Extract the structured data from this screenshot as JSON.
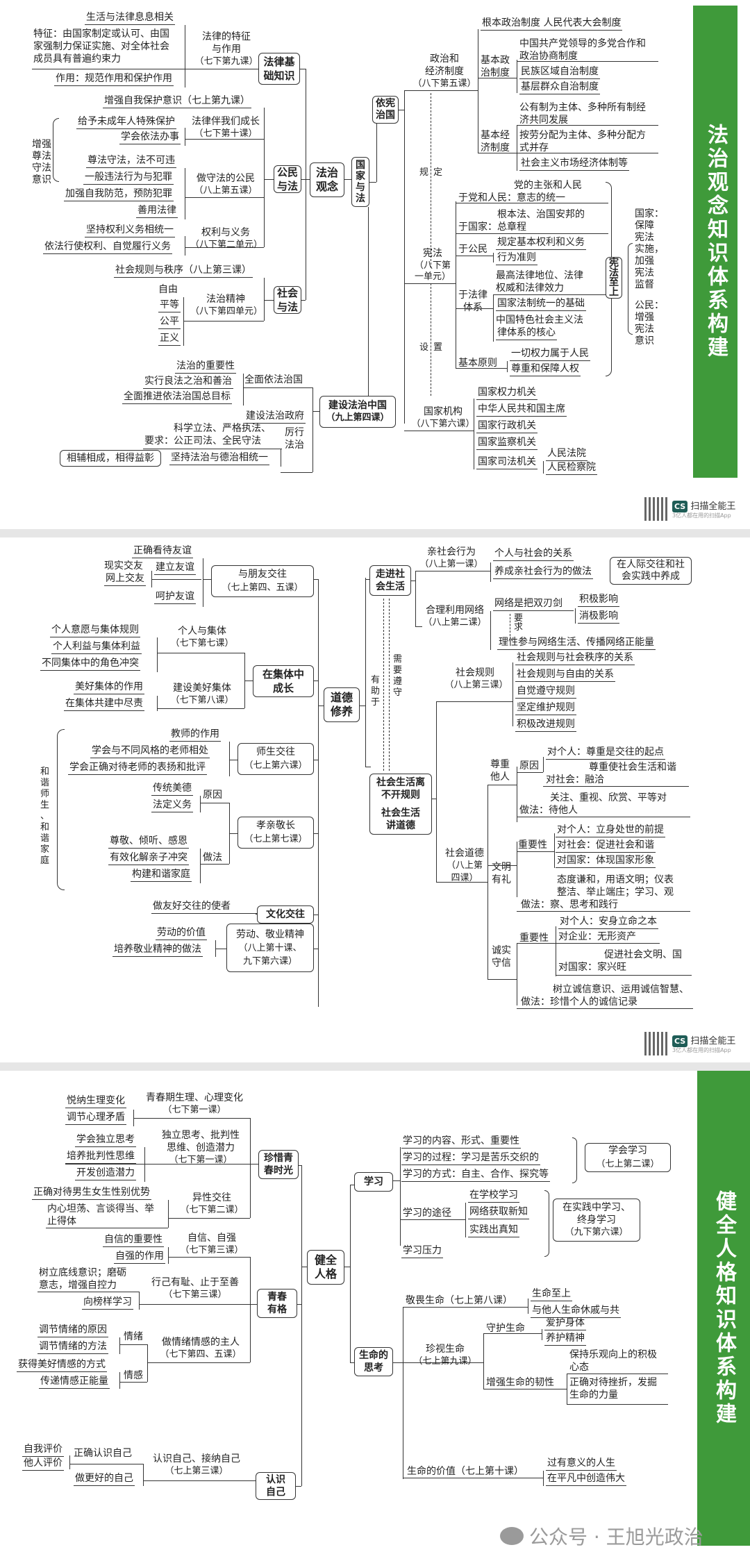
{
  "page1": {
    "banner": "法治观念知识体系构建",
    "root": "法治观念",
    "left": {
      "law_basics": {
        "box": "法律基础知识",
        "box_lines": [
          "法律基",
          "础知识"
        ],
        "topic": [
          "法律的特征",
          "与作用",
          "（七下第九课）"
        ],
        "items": [
          "生活与法律息息相关",
          "特征：由国家制定或认可、由国家强制力保证实施、对全体社会成员具有普遍约束力",
          "作用：规范作用和保护作用"
        ],
        "feature_lines": [
          "特征：由国家制定或认可、由国",
          "家强制力保证实施、对全体社会",
          "成员具有普遍约束力"
        ]
      },
      "citizen_law": {
        "box_lines": [
          "公民",
          "与法"
        ],
        "self_protect": "增强自我保护意识（七上第九课）",
        "grow": {
          "topic": [
            "法律伴我们成长",
            "（七下第十课）"
          ],
          "items": [
            "给予未成年人特殊保护",
            "学会依法办事"
          ]
        },
        "brace_label": [
          "增强",
          "尊法",
          "守法",
          "意识"
        ],
        "lawful": {
          "topic": [
            "做守法的公民",
            "（八上第五课）"
          ],
          "items": [
            "尊法守法，法不可违",
            "一般违法行为与犯罪",
            "加强自我防范，预防犯罪",
            "善用法律"
          ]
        },
        "rights": {
          "topic": [
            "权利与义务",
            "（八下第二单元）"
          ],
          "items": [
            "坚持权利义务相统一",
            "依法行使权利、自觉履行义务"
          ]
        }
      },
      "society_law": {
        "box_lines": [
          "社会",
          "与法"
        ],
        "rules": "社会规则与秩序（八上第三课）",
        "spirit": {
          "topic": [
            "法治精神",
            "（八下第四单元）"
          ],
          "items": [
            "自由",
            "平等",
            "公平",
            "正义"
          ]
        }
      },
      "china_rule": {
        "box_lines": [
          "建设法治中国",
          "（九上第四课）"
        ],
        "comprehensive": {
          "label": "全面依法治国",
          "items": [
            "法治的重要性",
            "实行良法之治和善治",
            "全面推进依法治国总目标"
          ]
        },
        "government": "建设法治政府",
        "practice": {
          "label": [
            "厉行",
            "法治"
          ],
          "req_lines": [
            "科学立法、严格执法、",
            "要求：公正司法、全民守法"
          ],
          "unify": "坚持法治与德治相统一",
          "note": "相辅相成，相得益彰"
        }
      }
    },
    "right": {
      "state_law_box": [
        "国",
        "家",
        "与",
        "法"
      ],
      "constitution_box": [
        "依宪",
        "治国"
      ],
      "systems": {
        "topic": [
          "政治和",
          "经济制度",
          "（八下第五课）"
        ],
        "fundamental": "根本政治制度   人民代表大会制度",
        "basic_political": {
          "label": [
            "基本政",
            "治制度"
          ],
          "items": [
            "中国共产党领导的多党合作和政治协商制度",
            "民族区域自治制度",
            "基层群众自治制度"
          ],
          "cpc_lines": [
            "中国共产党领导的多党合作和",
            "政治协商制度"
          ]
        },
        "basic_economic": {
          "label": [
            "基本经",
            "济制度"
          ],
          "items": [
            [
              "公有制为主体、多种所有制经",
              "济共同发展"
            ],
            [
              "按劳分配为主体、多种分配方",
              "式并存"
            ],
            [
              "社会主义市场经济体制等"
            ]
          ]
        }
      },
      "arrow_regulate": [
        "规",
        "定"
      ],
      "arrow_set": [
        "设",
        "置"
      ],
      "constitution": {
        "topic": [
          "宪法",
          "（八下第",
          "一单元）"
        ],
        "party_people": {
          "label": "于党和人民：",
          "value": [
            "党的主张和人民",
            "意志的统一"
          ]
        },
        "nation": {
          "label": "于国家：",
          "value": [
            "根本法、治国安邦的",
            "总章程"
          ]
        },
        "citizen": {
          "label": "于公民",
          "items": [
            "规定基本权利和义务",
            "行为准则"
          ]
        },
        "legal_system": {
          "label": [
            "于法律",
            "体系"
          ],
          "items": [
            [
              "最高法律地位、法律",
              "权威和法律效力"
            ],
            [
              "国家法制统一的基础"
            ],
            [
              "中国特色社会主义法",
              "律体系的核心"
            ]
          ]
        },
        "principles": {
          "label": "基本原则",
          "items": [
            "一切权力属于人民",
            "尊重和保障人权"
          ]
        },
        "supreme_box": [
          "宪",
          "法",
          "至",
          "上"
        ],
        "nation_duty": [
          "国家：",
          "保障",
          "宪法",
          "实施，",
          "加强",
          "宪法",
          "监督"
        ],
        "citizen_duty": [
          "公民：",
          "增强",
          "宪法",
          "意识"
        ]
      },
      "organs": {
        "topic": [
          "国家机构",
          "（八下第六课）"
        ],
        "items": [
          "国家权力机关",
          "中华人民共和国主席",
          "国家行政机关",
          "国家监察机关",
          "国家司法机关"
        ],
        "judicial": [
          "人民法院",
          "人民检察院"
        ]
      }
    },
    "scanner": {
      "name": "扫描全能王",
      "logo": "CS",
      "sub": "3亿人都在用的扫描App"
    }
  },
  "page2": {
    "root": [
      "道德",
      "修养"
    ],
    "friends": {
      "box": [
        "与朋友交往",
        "（七上第四、五课）"
      ],
      "items": [
        "正确看待友谊",
        "建立友谊",
        "呵护友谊"
      ],
      "sub": [
        "现实交友",
        "网上交友"
      ]
    },
    "collective": {
      "box": [
        "在集体中",
        "成长"
      ],
      "individual": {
        "topic": [
          "个人与集体",
          "（七下第七课）"
        ],
        "items": [
          "个人意愿与集体规则",
          "个人利益与集体利益",
          "不同集体中的角色冲突"
        ]
      },
      "build": {
        "topic": [
          "建设美好集体",
          "（七下第八课）"
        ],
        "items": [
          "美好集体的作用",
          "在集体共建中尽责"
        ]
      }
    },
    "harmony_label": [
      "和",
      "谐",
      "师",
      "生",
      "、",
      "和",
      "谐",
      "家",
      "庭"
    ],
    "teacher": {
      "box": [
        "师生交往",
        "（七上第六课）"
      ],
      "items": [
        "教师的作用",
        "学会与不同风格的老师相处",
        "学会正确对待老师的表扬和批评"
      ]
    },
    "filial": {
      "box": [
        "孝亲敬长",
        "（七上第七课）"
      ],
      "reason": {
        "label": "原因",
        "items": [
          "传统美德",
          "法定义务"
        ]
      },
      "method": {
        "label": "做法",
        "items": [
          "尊敬、倾听、感恩",
          "有效化解亲子冲突",
          "构建和谐家庭"
        ]
      }
    },
    "culture": {
      "box": "文化交往",
      "item": "做友好交往的使者"
    },
    "labor": {
      "box": [
        "劳动、敬业精神",
        "（八上第十课、",
        "九下第六课）"
      ],
      "items": [
        "劳动的价值",
        "培养敬业精神的做法"
      ]
    },
    "social_life": {
      "box": [
        "走进社",
        "会生活"
      ],
      "prosocial": {
        "topic": [
          "亲社会行为",
          "（八上第一课）"
        ],
        "items": [
          "个人与社会的关系",
          "养成亲社会行为的做法"
        ],
        "note": [
          "在人际交往和社",
          "会实践中养成"
        ]
      },
      "network": {
        "topic": [
          "合理利用网络",
          "（八上第二课）"
        ],
        "sword": "网络是把双刃剑",
        "effects": [
          "积极影响",
          "消极影响"
        ],
        "req": [
          "要",
          "求"
        ],
        "action": "理性参与网络生活、传播网络正能量"
      }
    },
    "helps": [
      "有",
      "助",
      "于"
    ],
    "needs": [
      "需",
      "要",
      "遵",
      "守"
    ],
    "rules_box": [
      "社会生活离",
      "不开规则",
      "社会生活",
      "讲道德"
    ],
    "social_rules": {
      "topic": [
        "社会规则",
        "（八上第三课）"
      ],
      "items": [
        "社会规则与社会秩序的关系",
        "社会规则与自由的关系",
        "自觉遵守规则",
        "坚定维护规则",
        "积极改进规则"
      ]
    },
    "morality": {
      "topic": [
        "社会道德",
        "（八上第",
        "四课）"
      ],
      "respect": {
        "label": [
          "尊重",
          "他人"
        ],
        "reason": "原因",
        "items": [
          "对个人：尊重是交往的起点",
          [
            "尊重使社会生活和谐",
            "对社会：融洽"
          ]
        ],
        "method": [
          "关注、重视、欣赏、平等对",
          "做法：待他人"
        ]
      },
      "civil": {
        "label": [
          "文明",
          "有礼"
        ],
        "importance": "重要性",
        "items": [
          "对个人：立身处世的前提",
          "对社会：促进社会和谐",
          "对国家：体现国家形象"
        ],
        "method": [
          "态度谦和，用语文明；仪表",
          "整洁、举止端庄；学习、观",
          "做法：察、思考和践行"
        ]
      },
      "honest": {
        "label": [
          "诚实",
          "守信"
        ],
        "importance": "重要性",
        "items": [
          "对个人：安身立命之本",
          "对企业：无形资产",
          [
            "促进社会文明、国",
            "对国家：家兴旺"
          ]
        ],
        "method": [
          "树立诚信意识、运用诚信智慧、",
          "做法：珍惜个人的诚信记录"
        ]
      }
    },
    "scanner": {
      "name": "扫描全能王",
      "logo": "CS",
      "sub": "3亿人都在用的扫描App"
    }
  },
  "page3": {
    "banner": "健全人格知识体系构建",
    "root": [
      "健全",
      "人格"
    ],
    "youth": {
      "box": [
        "珍惜青",
        "春时光"
      ],
      "change": {
        "topic": [
          "青春期生理、心理变化",
          "（七下第一课）"
        ],
        "items": [
          "悦纳生理变化",
          "调节心理矛盾"
        ]
      },
      "think": {
        "topic": [
          "独立思考、批判性",
          "思维、创造潜力",
          "（七下第一课）"
        ],
        "items": [
          "学会独立思考",
          "培养批判性思维",
          "开发创造潜力"
        ]
      },
      "opposite": {
        "topic": [
          "异性交往",
          "（七下第二课）"
        ],
        "items": [
          "正确对待男生女生性别优势",
          [
            "内心坦荡、言谈得当、举",
            "止得体"
          ]
        ]
      }
    },
    "character": {
      "box": [
        "青春",
        "有格"
      ],
      "confidence": {
        "topic": [
          "自信、自强",
          "（七下第三课）"
        ],
        "items": [
          "自信的重要性",
          "自强的作用"
        ]
      },
      "shame": {
        "topic": [
          "行己有耻、止于至善",
          "（七下第三课）"
        ],
        "items": [
          [
            "树立底线意识；磨砺",
            "意志，增强自控力"
          ],
          "向榜样学习"
        ]
      },
      "emotion": {
        "topic": [
          "做情绪情感的主人",
          "（七下第四、五课）"
        ],
        "mood": {
          "label": "情绪",
          "items": [
            "调节情绪的原因",
            "调节情绪的方法"
          ]
        },
        "feeling": {
          "label": "情感",
          "items": [
            "获得美好情感的方式",
            "传递情感正能量"
          ]
        }
      }
    },
    "self": {
      "box": [
        "认识",
        "自己"
      ],
      "topic": [
        "认识自己、接纳自己",
        "（七上第三课）"
      ],
      "know": {
        "label": "正确认识自己",
        "items": [
          "自我评价",
          "他人评价"
        ]
      },
      "better": "做更好的自己"
    },
    "study": {
      "box": "学习",
      "items": [
        "学习的内容、形式、重要性",
        "学习的过程：学习是苦乐交织的",
        "学习的方式：自主、合作、探究等"
      ],
      "learn_box": [
        "学会学习",
        "（七上第二课）"
      ],
      "path": {
        "label": "学习的途径",
        "items": [
          "在学校学习",
          "网络获取新知",
          "实践出真知"
        ]
      },
      "pressure": "学习压力",
      "life_box": [
        "在实践中学习、",
        "终身学习",
        "（九下第六课）"
      ]
    },
    "life": {
      "box": [
        "生命的",
        "思考"
      ],
      "awe": {
        "topic": "敬畏生命（七上第八课）",
        "items": [
          "生命至上",
          "与他人生命休戚与共"
        ]
      },
      "cherish": {
        "topic": [
          "珍视生命",
          "（七上第九课）"
        ],
        "guard": {
          "label": "守护生命",
          "items": [
            "爱护身体",
            "养护精神"
          ]
        },
        "resilience": {
          "label": "增强生命的韧性",
          "items": [
            [
              "保持乐观向上的积极",
              "心态"
            ],
            [
              "正确对待挫折，发掘",
              "生命的力量"
            ]
          ]
        }
      },
      "value": {
        "topic": "生命的价值（七上第十课）",
        "items": [
          "过有意义的人生",
          "在平凡中创造伟大"
        ]
      }
    },
    "watermark": "公众号 · 王旭光政治"
  },
  "colors": {
    "banner_green": "#3f9a3a",
    "line": "#333333",
    "separator": "#e6e6e6"
  }
}
